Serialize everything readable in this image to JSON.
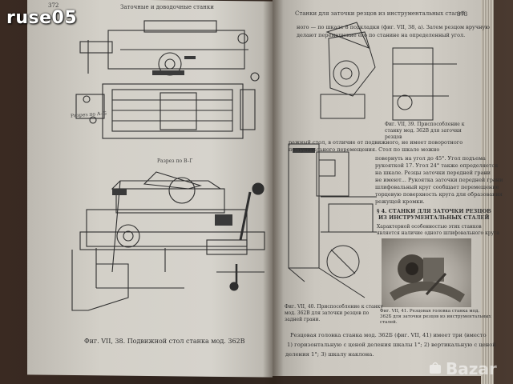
{
  "watermark": {
    "logo_text": "ruse05",
    "corner_text": "Bazar"
  },
  "left_page": {
    "header": "372",
    "header_title": "Заточные и доводочные станки",
    "figure_top_label": "Разрез по А–Б",
    "figure_mid_label": "Разрез по В–Г",
    "caption": "Фиг. VII, 38. Подвижной стол станка мод. 362В"
  },
  "right_page": {
    "header": "Станки для заточки резцов из инструментальных сталей",
    "page_number": "373",
    "top_text": [
      "ного — по шкале 8 подкладки (фиг. VII, 38, а). Затем резцом вручную",
      "делают перемещение его по станине на определенный угол."
    ],
    "side_caption": [
      "Фиг. VII, 39. Приспособление к",
      "станку мод. 362В для заточки",
      "резцов"
    ],
    "mid_text": [
      "ражный стол, в отличие от подвижного, не имеет поворотного",
      "поступательного перемещения. Стол по шкале можно",
      "повернуть на угол до 45°. Угол подъема",
      "рукояткой 17. Угол 24° также определяется",
      "на шкале. Резцы заточки передней грани",
      "не имеют... Рукоятка заточки передней грани",
      "шлифовальный круг сообщает перемещение",
      "торцевую поверхность круга для образования",
      "режущей кромки."
    ],
    "section_title_1": "§ 4. СТАНКИ ДЛЯ ЗАТОЧКИ РЕЗЦОВ",
    "section_title_2": "ИЗ ИНСТРУМЕНТАЛЬНЫХ СТАЛЕЙ",
    "section_text": [
      "Характерной особенностью этих станков",
      "является наличие одного шлифовального круга"
    ],
    "caption_left": [
      "Фиг. VII, 40. Приспособление к станку",
      "мод. 362В для заточки резцов по",
      "задней грани."
    ],
    "caption_right": [
      "Фиг. VII, 41. Резцовая головка станка мод.",
      "362Б для заточки резцов из инструментальных",
      "сталей."
    ],
    "bottom_text": [
      "Резцовая головка станка мод. 362Б (фиг. VII, 41) имеет три (вместо",
      "1) горизонтальную с ценой деления шкалы 1°; 2) вертикальную с ценой",
      "деления 1°; 3) шкалу наклона."
    ]
  }
}
